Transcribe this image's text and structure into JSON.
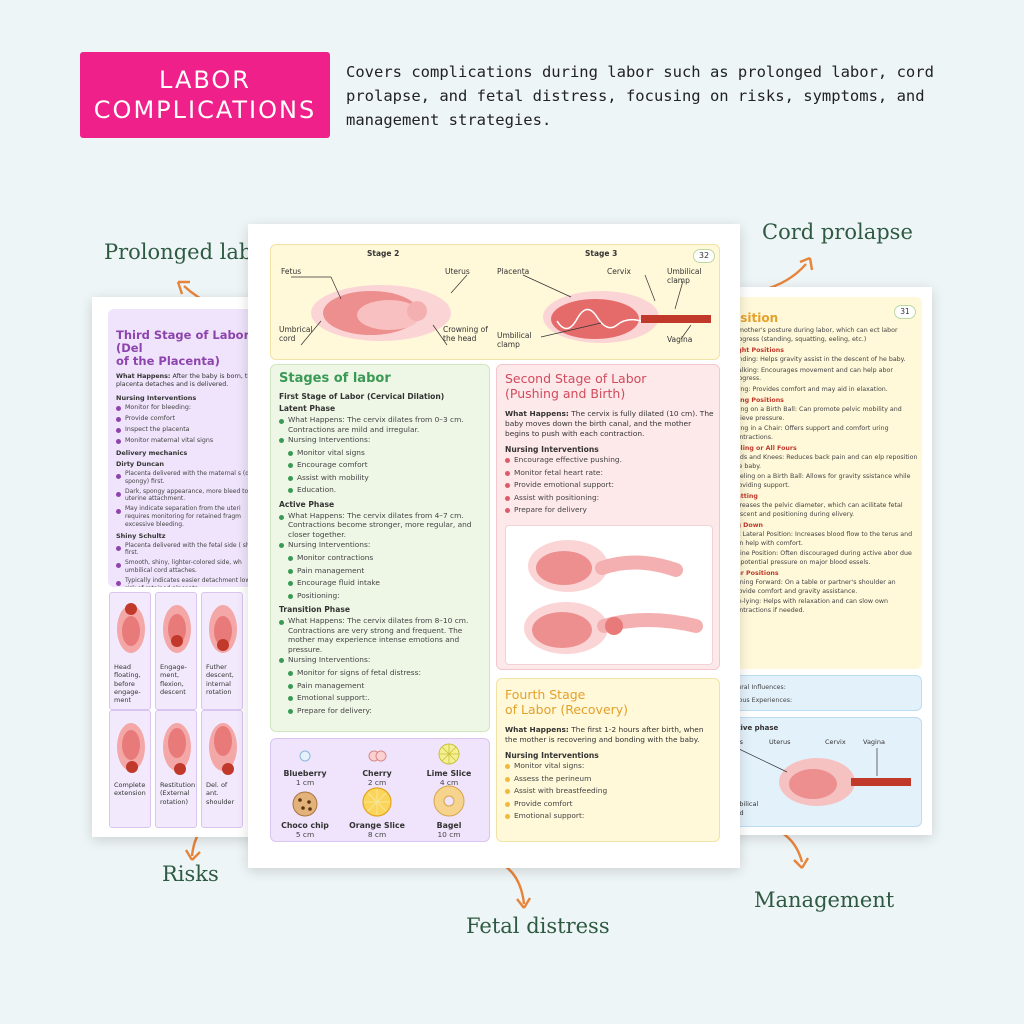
{
  "header": {
    "badge_line1": "LABOR",
    "badge_line2": "COMPLICATIONS",
    "intro": "Covers complications during labor such as prolonged labor, cord prolapse, and fetal distress, focusing on risks, symptoms, and management strategies."
  },
  "callouts": {
    "prolonged": "Prolonged labor",
    "cord": "Cord prolapse",
    "risks": "Risks",
    "fetal": "Fetal distress",
    "management": "Management"
  },
  "center_page": {
    "page_number": "32",
    "figure": {
      "stage2": "Stage 2",
      "stage3": "Stage 3",
      "fetus": "Fetus",
      "uterus": "Uterus",
      "umbrical": "Umbrical cord",
      "crowning": "Crowning of the head",
      "placenta": "Placenta",
      "cervix": "Cervix",
      "umb_clamp_top": "Umbilical clamp",
      "umb_clamp_bottom": "Umbilical clamp",
      "vagina": "Vagina"
    },
    "stages": {
      "title": "Stages of labor",
      "first_stage": "First Stage of Labor (Cervical Dilation)",
      "latent": "Latent Phase",
      "latent_happens": "What Happens: The cervix dilates from 0–3 cm. Contractions are mild and irregular.",
      "interventions_label": "Nursing Interventions:",
      "latent_items": [
        "Monitor vital signs",
        "Encourage comfort",
        "Assist with mobility",
        "Education."
      ],
      "active": "Active Phase",
      "active_happens": "What Happens: The cervix dilates from 4–7 cm. Contractions become stronger, more regular, and closer together.",
      "active_items": [
        "Monitor contractions",
        "Pain management",
        "Encourage fluid intake",
        "Positioning:"
      ],
      "transition": "Transition Phase",
      "transition_happens": "What Happens: The cervix dilates from 8–10 cm. Contractions are very strong and frequent. The mother may experience intense emotions and pressure.",
      "transition_items": [
        "Monitor for signs of fetal distress:",
        "Pain management",
        "Emotional support:.",
        "Prepare for delivery:"
      ]
    },
    "second_stage": {
      "title_line1": "Second Stage of Labor",
      "title_line2": "(Pushing and Birth)",
      "happens_label": "What Happens:",
      "happens": "The cervix is fully dilated (10 cm). The baby moves down the birth canal, and the mother begins to push with each contraction.",
      "interventions_label": "Nursing Interventions",
      "items": [
        "Encourage effective pushing.",
        "Monitor fetal heart rate:",
        "Provide emotional support:",
        "Assist with positioning:",
        "Prepare for delivery"
      ]
    },
    "fourth_stage": {
      "title_line1": "Fourth Stage",
      "title_line2": "of Labor (Recovery)",
      "happens_label": "What Happens:",
      "happens": "The first 1-2 hours after birth, when the mother is recovering and bonding with the baby.",
      "interventions_label": "Nursing Interventions",
      "items": [
        "Monitor vital signs:",
        "Assess the perineum",
        "Assist with breastfeeding",
        "Provide comfort",
        "Emotional support:"
      ]
    },
    "dilation_sizes": [
      {
        "name": "Blueberry",
        "size": "1 cm"
      },
      {
        "name": "Cherry",
        "size": "2 cm"
      },
      {
        "name": "Lime Slice",
        "size": "4 cm"
      },
      {
        "name": "Choco chip",
        "size": "5 cm"
      },
      {
        "name": "Orange Slice",
        "size": "8 cm"
      },
      {
        "name": "Bagel",
        "size": "10 cm"
      }
    ]
  },
  "left_page": {
    "title_line1": "Third Stage of Labor (Del",
    "title_line2": "of the Placenta)",
    "happens_label": "What Happens:",
    "happens": "After the baby is born, th placenta detaches and is delivered.",
    "interventions_label": "Nursing Interventions",
    "items": [
      "Monitor for bleeding:",
      "Provide comfort",
      "Inspect the placenta",
      "Monitor maternal vital signs"
    ],
    "mechanics": "Delivery mechanics",
    "dirty": "Dirty Duncan",
    "dirty_items": [
      "Placenta delivered with the maternal s (dark, spongy) first.",
      "Dark, spongy appearance, more bleed to uterine attachment.",
      "May indicate separation from the uteri requires monitoring for retained fragm excessive bleeding."
    ],
    "shiny": "Shiny Schultz",
    "shiny_items": [
      "Placenta delivered with the fetal side ( shiny) first.",
      "Smooth, shiny, lighter-colored side, wh umbilical cord attaches.",
      "Typically indicates easier detachment lower risk of retained placenta."
    ],
    "cards_row1": [
      "Head floating, before engage-ment",
      "Engage-ment, flexion, descent",
      "Futher descent, internal rotation"
    ],
    "cards_row2": [
      "Complete extension",
      "Restitution (External rotation)",
      "Del. of ant. shoulder"
    ]
  },
  "right_page": {
    "page_number": "31",
    "title": "osition",
    "intro": "e mother's posture during labor, which can ect labor progress (standing, squatting, eeling, etc.)",
    "sections": [
      {
        "head": "right Positions",
        "items": [
          "tanding: Helps gravity assist in the descent of he baby.",
          "Walking: Encourages movement and can help abor progress.",
          "itting: Provides comfort and may aid in elaxation."
        ]
      },
      {
        "head": "tting Positions",
        "items": [
          "itting on a Birth Ball: Can promote pelvic mobility and relieve pressure.",
          "itting in a Chair: Offers support and comfort uring contractions."
        ]
      },
      {
        "head": "eeling or All Fours",
        "items": [
          "ands and Knees: Reduces back pain and can elp reposition the baby.",
          "neeling on a Birth Ball: Allows for gravity ssistance while providing support."
        ]
      },
      {
        "head": "uatting",
        "items": [
          "ncreases the pelvic diameter, which can acilitate fetal descent and positioning during elivery."
        ]
      },
      {
        "head": "ng Down",
        "items": [
          "eft Lateral Position: Increases blood flow to the terus and can help with comfort.",
          "upine Position: Often discouraged during active abor due to potential pressure on major blood essels."
        ]
      },
      {
        "head": "her Positions",
        "items": [
          "eaning Forward: On a table or partner's shoulder an provide comfort and gravity assistance.",
          "ide-lying: Helps with relaxation and can slow own contractions if needed."
        ]
      }
    ],
    "cultural": "ltural Influences:",
    "previous": "vious Experiences:",
    "active_phase": "ctive phase",
    "fig_tus": "tus",
    "fig_uterus": "Uterus",
    "fig_cervix": "Cervix",
    "fig_vagina": "Vagina",
    "fig_umbilical": "mbilical",
    "fig_ord": "ord"
  },
  "colors": {
    "badge": "#f0208a",
    "arrow": "#e8843a",
    "callout_text": "#2e5a42",
    "green_box": "#eef7e6",
    "pink_box": "#fde8ea",
    "yellow_box": "#fff8d9",
    "purple_box": "#efe4fb",
    "blue_box": "#e3f1fb"
  }
}
